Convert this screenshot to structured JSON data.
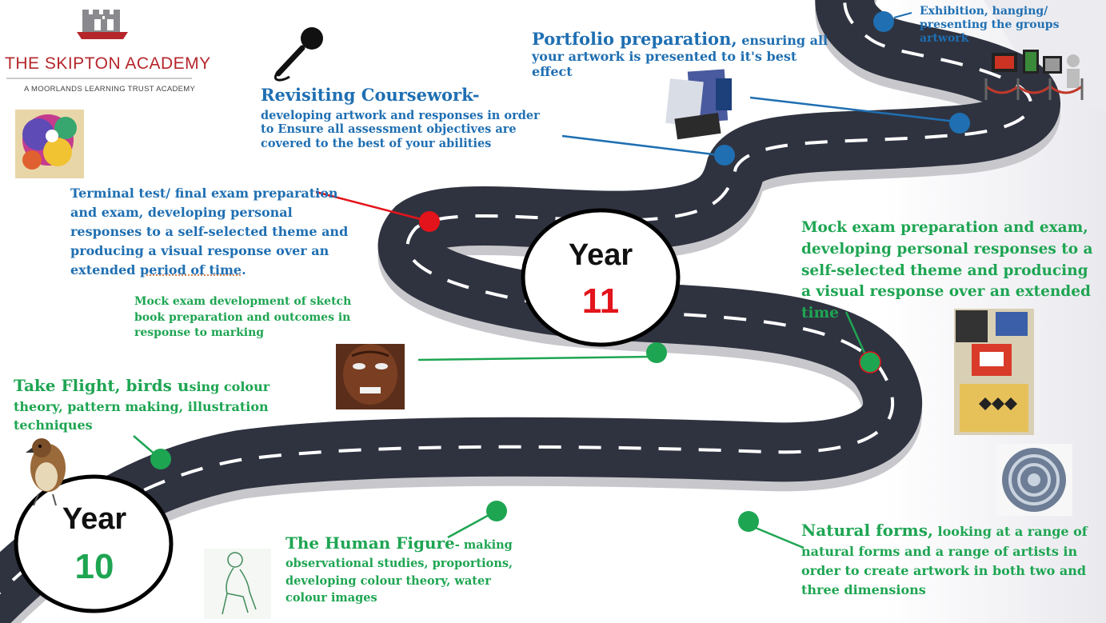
{
  "logo": {
    "title": "THE SKIPTON ACADEMY",
    "subtitle": "A MOORLANDS LEARNING TRUST ACADEMY",
    "banner": "THE SKIPTON ACADEMY"
  },
  "years": {
    "year10": {
      "label": "Year",
      "number": "10"
    },
    "year11": {
      "label": "Year",
      "number": "11"
    }
  },
  "milestones": {
    "exhibition": "Exhibition, hanging/ presenting the groups  artwork",
    "portfolio_head": "Portfolio preparation,",
    "portfolio_rest": " ensuring all your artwork is presented to it's best effect",
    "revisiting_head": "Revisiting Coursework-",
    "revisiting_rest": "developing artwork and responses in order to Ensure all assessment objectives are covered to the best of your abilities",
    "terminal_main": "Terminal test/ final exam preparation and exam, developing personal responses to a self-selected theme and producing a visual response over an extended ",
    "terminal_underlined": "period of time",
    "terminal_end": ".",
    "mock_dev": "Mock exam development of sketch book preparation and outcomes  in response to marking",
    "mock_exam": "Mock exam preparation and exam, developing personal responses to a self-selected theme and producing a visual response over an extended time",
    "take_flight_head": "Take Flight, birds u",
    "take_flight_rest": "sing colour theory, pattern making, illustration techniques",
    "human_head": "The Human Figure",
    "human_rest": "- making observational studies, proportions, developing colour theory, water colour images",
    "natural_head": "Natural forms,",
    "natural_rest": " looking at a range of natural forms and a range of artists in order to create artwork in both two and three dimensions"
  },
  "colors": {
    "blue": "#1f6fb2",
    "green": "#1ea552",
    "red": "#e3141b",
    "road": "#2f3340"
  }
}
